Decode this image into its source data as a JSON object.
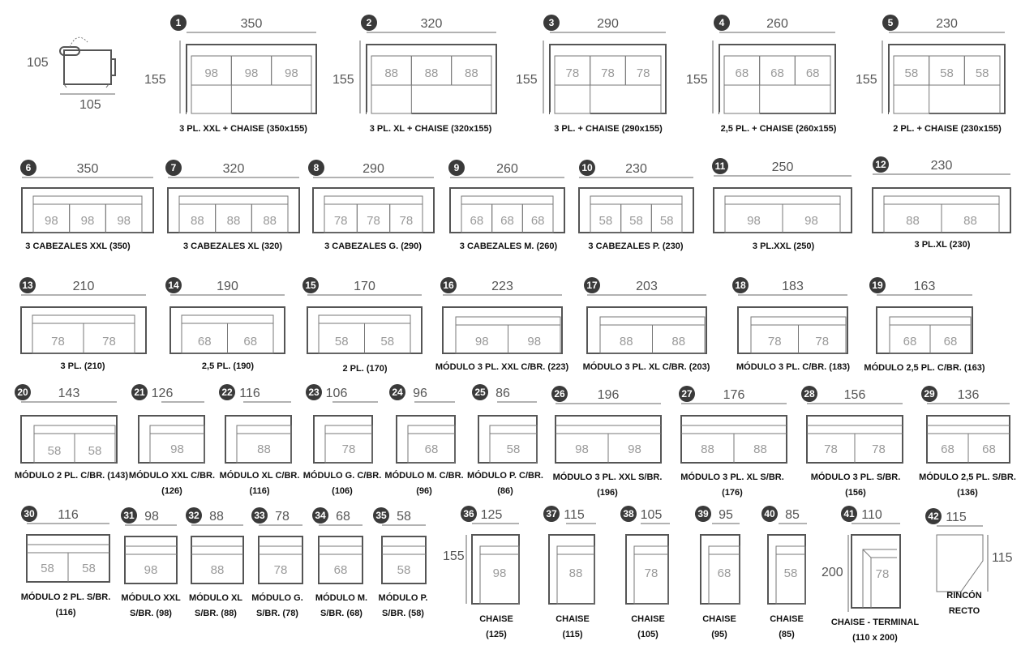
{
  "reference": {
    "depth": "105",
    "width": "105"
  },
  "modules": [
    {
      "n": "1",
      "w": "350",
      "h": "155",
      "seats": [
        "98",
        "98",
        "98"
      ],
      "label": [
        "3 PL. XXL + CHAISE (350x155)"
      ]
    },
    {
      "n": "2",
      "w": "320",
      "h": "155",
      "seats": [
        "88",
        "88",
        "88"
      ],
      "label": [
        "3 PL. XL + CHAISE (320x155)"
      ]
    },
    {
      "n": "3",
      "w": "290",
      "h": "155",
      "seats": [
        "78",
        "78",
        "78"
      ],
      "label": [
        "3 PL. + CHAISE (290x155)"
      ]
    },
    {
      "n": "4",
      "w": "260",
      "h": "155",
      "seats": [
        "68",
        "68",
        "68"
      ],
      "label": [
        "2,5 PL. + CHAISE (260x155)"
      ]
    },
    {
      "n": "5",
      "w": "230",
      "h": "155",
      "seats": [
        "58",
        "58",
        "58"
      ],
      "label": [
        "2 PL. + CHAISE (230x155)"
      ]
    },
    {
      "n": "6",
      "w": "350",
      "seats": [
        "98",
        "98",
        "98"
      ],
      "label": [
        "3 CABEZALES XXL (350)"
      ]
    },
    {
      "n": "7",
      "w": "320",
      "seats": [
        "88",
        "88",
        "88"
      ],
      "label": [
        "3 CABEZALES XL (320)"
      ]
    },
    {
      "n": "8",
      "w": "290",
      "seats": [
        "78",
        "78",
        "78"
      ],
      "label": [
        "3 CABEZALES G. (290)"
      ]
    },
    {
      "n": "9",
      "w": "260",
      "seats": [
        "68",
        "68",
        "68"
      ],
      "label": [
        "3 CABEZALES M. (260)"
      ]
    },
    {
      "n": "10",
      "w": "230",
      "seats": [
        "58",
        "58",
        "58"
      ],
      "label": [
        "3 CABEZALES P. (230)"
      ]
    },
    {
      "n": "11",
      "w": "250",
      "seats": [
        "98",
        "98"
      ],
      "label": [
        "3 PL.XXL (250)"
      ]
    },
    {
      "n": "12",
      "w": "230",
      "seats": [
        "88",
        "88"
      ],
      "label": [
        "3 PL.XL (230)"
      ]
    },
    {
      "n": "13",
      "w": "210",
      "seats": [
        "78",
        "78"
      ],
      "label": [
        "3 PL. (210)"
      ]
    },
    {
      "n": "14",
      "w": "190",
      "seats": [
        "68",
        "68"
      ],
      "label": [
        "2,5 PL. (190)"
      ]
    },
    {
      "n": "15",
      "w": "170",
      "seats": [
        "58",
        "58"
      ],
      "label": [
        "2 PL. (170)"
      ]
    },
    {
      "n": "16",
      "w": "223",
      "seats": [
        "98",
        "98"
      ],
      "label": [
        "MÓDULO 3 PL. XXL C/BR. (223)"
      ]
    },
    {
      "n": "17",
      "w": "203",
      "seats": [
        "88",
        "88"
      ],
      "label": [
        "MÓDULO 3 PL. XL C/BR. (203)"
      ]
    },
    {
      "n": "18",
      "w": "183",
      "seats": [
        "78",
        "78"
      ],
      "label": [
        "MÓDULO 3 PL. C/BR. (183)"
      ]
    },
    {
      "n": "19",
      "w": "163",
      "seats": [
        "68",
        "68"
      ],
      "label": [
        "MÓDULO 2,5 PL. C/BR. (163)"
      ]
    },
    {
      "n": "20",
      "w": "143",
      "seats": [
        "58",
        "58"
      ],
      "label": [
        "MÓDULO 2 PL. C/BR. (143)"
      ]
    },
    {
      "n": "21",
      "w": "126",
      "seats": [
        "98"
      ],
      "label": [
        "MÓDULO XXL C/BR.",
        "(126)"
      ]
    },
    {
      "n": "22",
      "w": "116",
      "seats": [
        "88"
      ],
      "label": [
        "MÓDULO XL C/BR.",
        "(116)"
      ]
    },
    {
      "n": "23",
      "w": "106",
      "seats": [
        "78"
      ],
      "label": [
        "MÓDULO G. C/BR.",
        "(106)"
      ]
    },
    {
      "n": "24",
      "w": "96",
      "seats": [
        "68"
      ],
      "label": [
        "MÓDULO M. C/BR.",
        "(96)"
      ]
    },
    {
      "n": "25",
      "w": "86",
      "seats": [
        "58"
      ],
      "label": [
        "MÓDULO P. C/BR.",
        "(86)"
      ]
    },
    {
      "n": "26",
      "w": "196",
      "seats": [
        "98",
        "98"
      ],
      "label": [
        "MÓDULO 3 PL. XXL S/BR.",
        "(196)"
      ]
    },
    {
      "n": "27",
      "w": "176",
      "seats": [
        "88",
        "88"
      ],
      "label": [
        "MÓDULO 3 PL. XL S/BR.",
        "(176)"
      ]
    },
    {
      "n": "28",
      "w": "156",
      "seats": [
        "78",
        "78"
      ],
      "label": [
        "MÓDULO 3 PL. S/BR.",
        "(156)"
      ]
    },
    {
      "n": "29",
      "w": "136",
      "seats": [
        "68",
        "68"
      ],
      "label": [
        "MÓDULO 2,5 PL. S/BR.",
        "(136)"
      ]
    },
    {
      "n": "30",
      "w": "116",
      "seats": [
        "58",
        "58"
      ],
      "label": [
        "MÓDULO 2 PL. S/BR.",
        "(116)"
      ]
    },
    {
      "n": "31",
      "w": "98",
      "seats": [
        "98"
      ],
      "label": [
        "MÓDULO XXL",
        "S/BR. (98)"
      ]
    },
    {
      "n": "32",
      "w": "88",
      "seats": [
        "88"
      ],
      "label": [
        "MÓDULO XL",
        "S/BR. (88)"
      ]
    },
    {
      "n": "33",
      "w": "78",
      "seats": [
        "78"
      ],
      "label": [
        "MÓDULO G.",
        "S/BR. (78)"
      ]
    },
    {
      "n": "34",
      "w": "68",
      "seats": [
        "68"
      ],
      "label": [
        "MÓDULO M.",
        "S/BR. (68)"
      ]
    },
    {
      "n": "35",
      "w": "58",
      "seats": [
        "58"
      ],
      "label": [
        "MÓDULO P.",
        "S/BR. (58)"
      ]
    },
    {
      "n": "36",
      "w": "125",
      "h": "155",
      "seats": [
        "98"
      ],
      "label": [
        "CHAISE",
        "(125)"
      ]
    },
    {
      "n": "37",
      "w": "115",
      "seats": [
        "88"
      ],
      "label": [
        "CHAISE",
        "(115)"
      ]
    },
    {
      "n": "38",
      "w": "105",
      "seats": [
        "78"
      ],
      "label": [
        "CHAISE",
        "(105)"
      ]
    },
    {
      "n": "39",
      "w": "95",
      "seats": [
        "68"
      ],
      "label": [
        "CHAISE",
        "(95)"
      ]
    },
    {
      "n": "40",
      "w": "85",
      "seats": [
        "58"
      ],
      "label": [
        "CHAISE",
        "(85)"
      ]
    },
    {
      "n": "41",
      "w": "110",
      "h": "200",
      "seats": [
        "78"
      ],
      "label": [
        "CHAISE - TERMINAL",
        "(110 x 200)"
      ]
    },
    {
      "n": "42",
      "w": "115",
      "h": "115",
      "seats": [],
      "label": [
        "RINCÓN",
        "RECTO"
      ]
    }
  ]
}
